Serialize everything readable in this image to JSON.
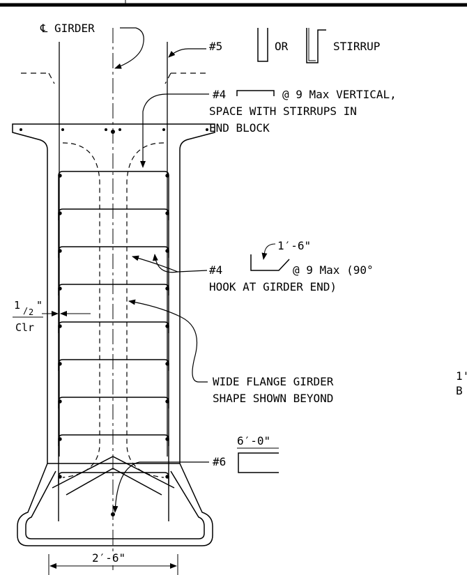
{
  "labels": {
    "cl_girder": "GIRDER",
    "stirrup_bar": "#5",
    "stirrup_or": "OR",
    "stirrup_word": "STIRRUP",
    "vert_bar": "#4",
    "vert_note1": "@ 9 Max VERTICAL,",
    "vert_note2": "SPACE WITH STIRRUPS IN",
    "vert_note3": "END BLOCK",
    "hook_len": "1′-6\"",
    "hook_bar": "#4",
    "hook_note1": "@ 9 Max (90°",
    "hook_note2": "HOOK AT GIRDER END)",
    "clr_num": "1",
    "clr_den": "2",
    "clr_inch": "\"",
    "clr_word": "Clr",
    "wf_note1": "WIDE FLANGE GIRDER",
    "wf_note2": "SHAPE SHOWN BEYOND",
    "bar6_len": "6′-0\"",
    "bar6": "#6",
    "width_dim": "2′-6\"",
    "cut_1": "1'",
    "cut_b": "B"
  }
}
